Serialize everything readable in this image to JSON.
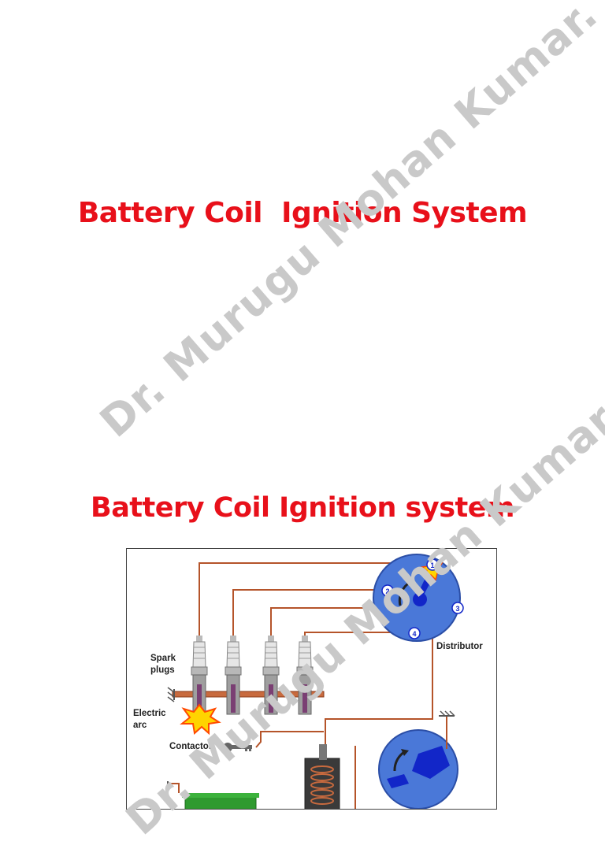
{
  "slide1": {
    "title": "Battery Coil  Ignition System",
    "watermark": "Dr. Murugu Mohan Kumar. K"
  },
  "slide2": {
    "title": "Battery Coil Ignition system",
    "watermark": "Dr. Murugu Mohan Kumar. K",
    "diagram": {
      "labels": {
        "spark_plugs_line1": "Spark",
        "spark_plugs_line2": "plugs",
        "electric_arc_line1": "Electric",
        "electric_arc_line2": "arc",
        "contactor": "Contactor",
        "distributor": "Distributor"
      },
      "distributor_terminals": [
        "1",
        "2",
        "3",
        "4"
      ],
      "colors": {
        "wire": "#b5542a",
        "distributor_disc": "#4a78d8",
        "rotor": "#1226c8",
        "title": "#e8101a",
        "watermark": "#c9c9c9"
      }
    }
  }
}
